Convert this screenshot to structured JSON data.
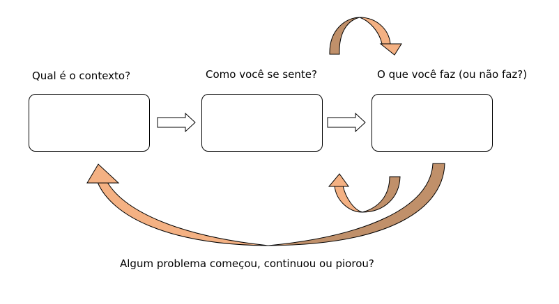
{
  "labels": {
    "context": "Qual é o contexto?",
    "feel": "Como você se sente?",
    "do": "O que você faz (ou não faz?)",
    "problem": "Algum problema começou, continuou ou piorou?"
  },
  "colors": {
    "arrow_light": "#F4B183",
    "arrow_dark": "#C0906A",
    "box_border": "#000000"
  }
}
